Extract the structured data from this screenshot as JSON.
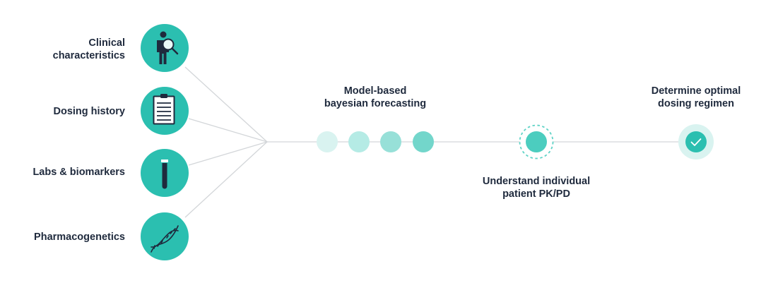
{
  "inputs": {
    "clinical": {
      "line1": "Clinical",
      "line2": "characteristics",
      "icon": "person-magnifier-icon"
    },
    "dosing": {
      "label": "Dosing history",
      "icon": "clipboard-icon"
    },
    "labs": {
      "label": "Labs & biomarkers",
      "icon": "test-tube-icon"
    },
    "pharmaco": {
      "label": "Pharmacogenetics",
      "icon": "dna-icon"
    }
  },
  "stages": {
    "forecasting": {
      "line1": "Model-based",
      "line2": "bayesian forecasting"
    },
    "understand": {
      "line1": "Understand individual",
      "line2": "patient PK/PD"
    },
    "determine": {
      "line1": "Determine optimal",
      "line2": "dosing regimen"
    }
  },
  "colors": {
    "teal": "#2bbfb0",
    "dark": "#1f2a3d",
    "line": "#d3d6d9"
  }
}
